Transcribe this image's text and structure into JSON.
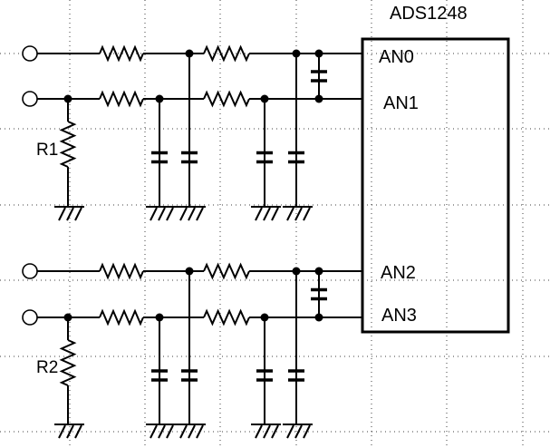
{
  "chip": {
    "name": "ADS1248",
    "pins": [
      "AN0",
      "AN1",
      "AN2",
      "AN3"
    ]
  },
  "resistor_labels": [
    "R1",
    "R2"
  ],
  "channels": [
    {
      "group": "top",
      "inputs": [
        "input-terminal-1",
        "input-terminal-2"
      ],
      "shunt_resistor": "R1",
      "pins": [
        "AN0",
        "AN1"
      ]
    },
    {
      "group": "bottom",
      "inputs": [
        "input-terminal-3",
        "input-terminal-4"
      ],
      "shunt_resistor": "R2",
      "pins": [
        "AN2",
        "AN3"
      ]
    }
  ],
  "colors": {
    "line": "#000000",
    "background": "#ffffff"
  }
}
